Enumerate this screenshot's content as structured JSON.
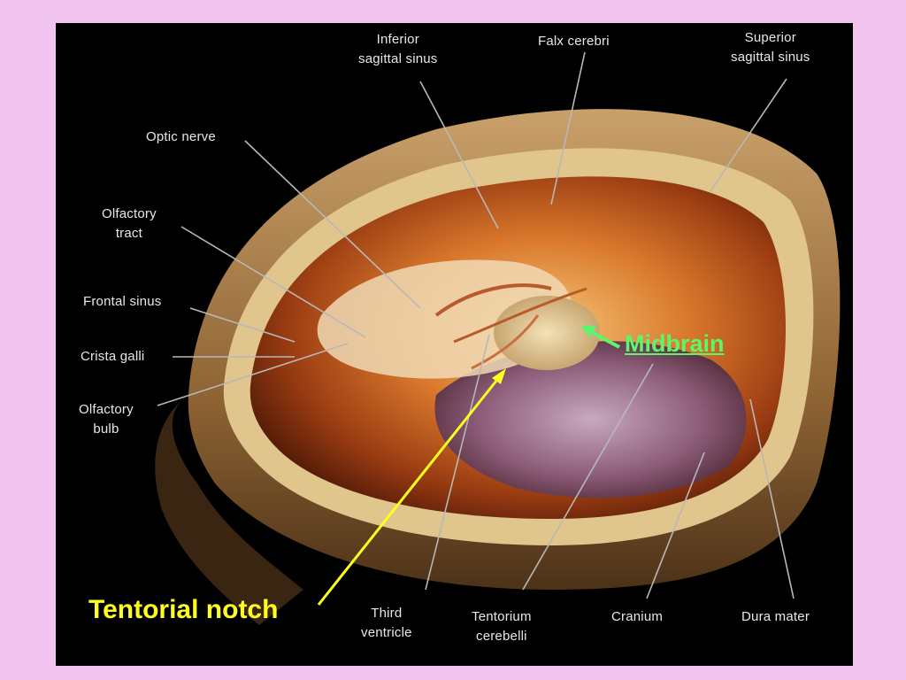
{
  "annotations": {
    "tentorial_notch": "Tentorial notch",
    "midbrain": "Midbrain"
  },
  "figure_labels": {
    "inferior_sagittal_sinus": "Inferior\nsagittal sinus",
    "falx_cerebri": "Falx cerebri",
    "superior_sagittal_sinus": "Superior\nsagittal sinus",
    "optic_nerve": "Optic nerve",
    "olfactory_tract": "Olfactory\ntract",
    "frontal_sinus": "Frontal sinus",
    "crista_galli": "Crista galli",
    "olfactory_bulb": "Olfactory\nbulb",
    "third_ventricle": "Third\nventricle",
    "tentorium_cerebelli": "Tentorium\ncerebelli",
    "cranium": "Cranium",
    "dura_mater": "Dura mater"
  },
  "colors": {
    "slide_background": "#f2c4f0",
    "tentorial_notch_arrow": "#ffff1f",
    "midbrain_arrow": "#5cf56b"
  }
}
